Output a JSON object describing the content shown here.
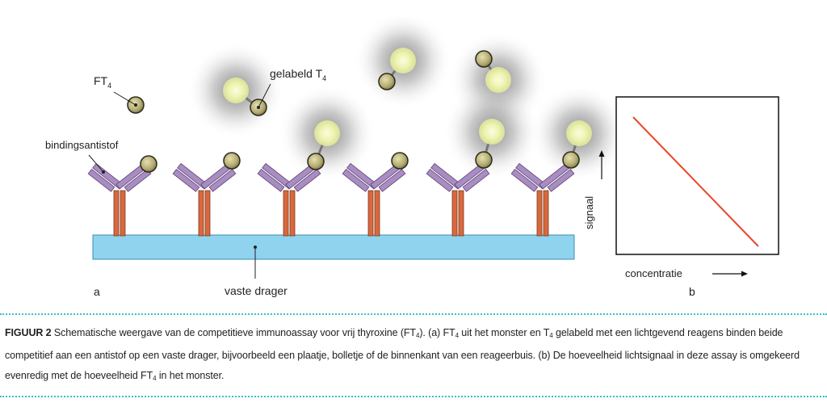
{
  "panel_a": {
    "label": "a",
    "ft4_label": "FT",
    "ft4_sub": "4",
    "labeled_t4_label": "gelabeld T",
    "labeled_t4_sub": "4",
    "antibody_label": "bindingsantistof",
    "carrier_label": "vaste drager"
  },
  "panel_b": {
    "label": "b",
    "y_axis_label": "signaal",
    "x_axis_label": "concentratie"
  },
  "colors": {
    "carrier": "#8fd3ee",
    "antibody_arm": "#a98cc1",
    "antibody_stem": "#d9683e",
    "molecule": "#c9c28a",
    "light": "#f4f5c0",
    "graph_line": "#e8482c",
    "divider": "#3bbec7"
  },
  "caption": {
    "figure_label": "FIGUUR 2",
    "t1": "Schematische weergave van de competitieve  immunoassay voor vrij thyroxine (FT",
    "s1": "4",
    "t2": "). (a) FT",
    "s2": "4",
    "t3": " uit het monster en T",
    "s3": "4",
    "t4": " gelabeld met een lichtgevend reagens binden beide competitief aan een antistof op een vaste drager, bijvoorbeeld een plaatje, bolletje of de binnenkant van een reageerbuis. (b) De hoeveelheid lichtsignaal in deze assay is omgekeerd evenredig met de hoeveelheid FT",
    "s4": "4",
    "t5": " in het monster."
  }
}
